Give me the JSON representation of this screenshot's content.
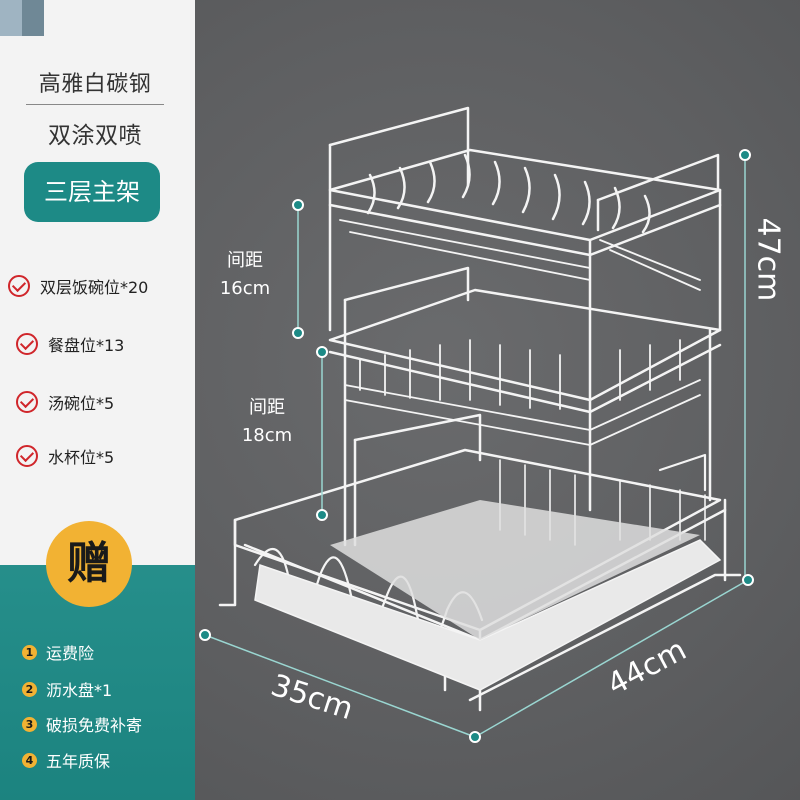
{
  "header": {
    "title_1": "高雅白碳钢",
    "title_2": "双涂双喷",
    "badge": "三层主架"
  },
  "features": [
    {
      "label": "双层饭碗位*20"
    },
    {
      "label": "餐盘位*13"
    },
    {
      "label": "汤碗位*5"
    },
    {
      "label": "水杯位*5"
    }
  ],
  "gift": {
    "title": "赠",
    "items": [
      {
        "num": "1",
        "label": "运费险"
      },
      {
        "num": "2",
        "label": "沥水盘*1"
      },
      {
        "num": "3",
        "label": "破损免费补寄"
      },
      {
        "num": "4",
        "label": "五年质保"
      }
    ]
  },
  "dimensions": {
    "gap_1": {
      "label": "间距",
      "value": "16cm"
    },
    "gap_2": {
      "label": "间距",
      "value": "18cm"
    },
    "height": "47cm",
    "width": "35cm",
    "depth": "44cm"
  },
  "colors": {
    "teal": "#1d8a86",
    "gold": "#f2b233",
    "check_red": "#d0262b",
    "background": "#5e5f61"
  }
}
